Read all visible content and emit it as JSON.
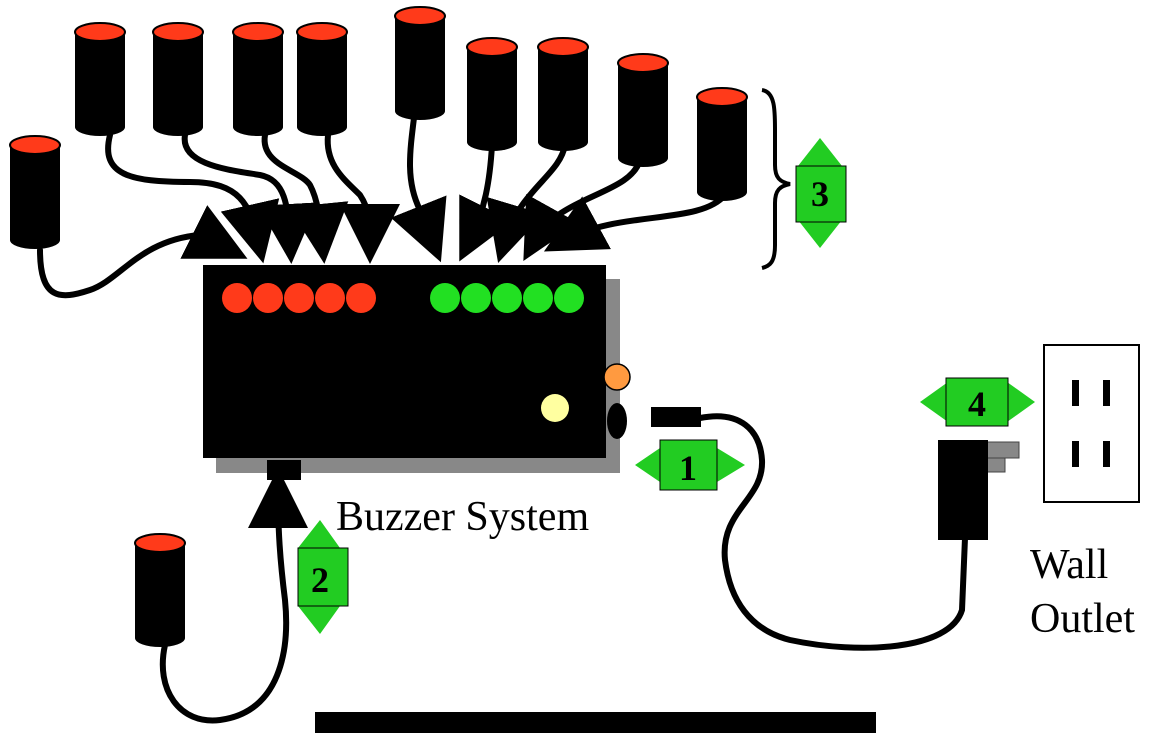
{
  "labels": {
    "buzzer_system": "Buzzer System",
    "wall_line1": "Wall",
    "wall_line2": "Outlet"
  },
  "steps": {
    "step1": "1",
    "step2": "2",
    "step3": "3",
    "step4": "4"
  },
  "buzzer_count": 11,
  "box_lights": {
    "red_count": 5,
    "green_count": 5
  },
  "colors": {
    "buzzer_cap": "#ff3a1a",
    "red_light": "#ff3a1a",
    "green_light": "#22e022",
    "step_arrow": "#22cc22",
    "box": "#000000",
    "box_shadow": "#888888",
    "orange_button": "#ff9a40",
    "yellow_light": "#ffffa0"
  }
}
